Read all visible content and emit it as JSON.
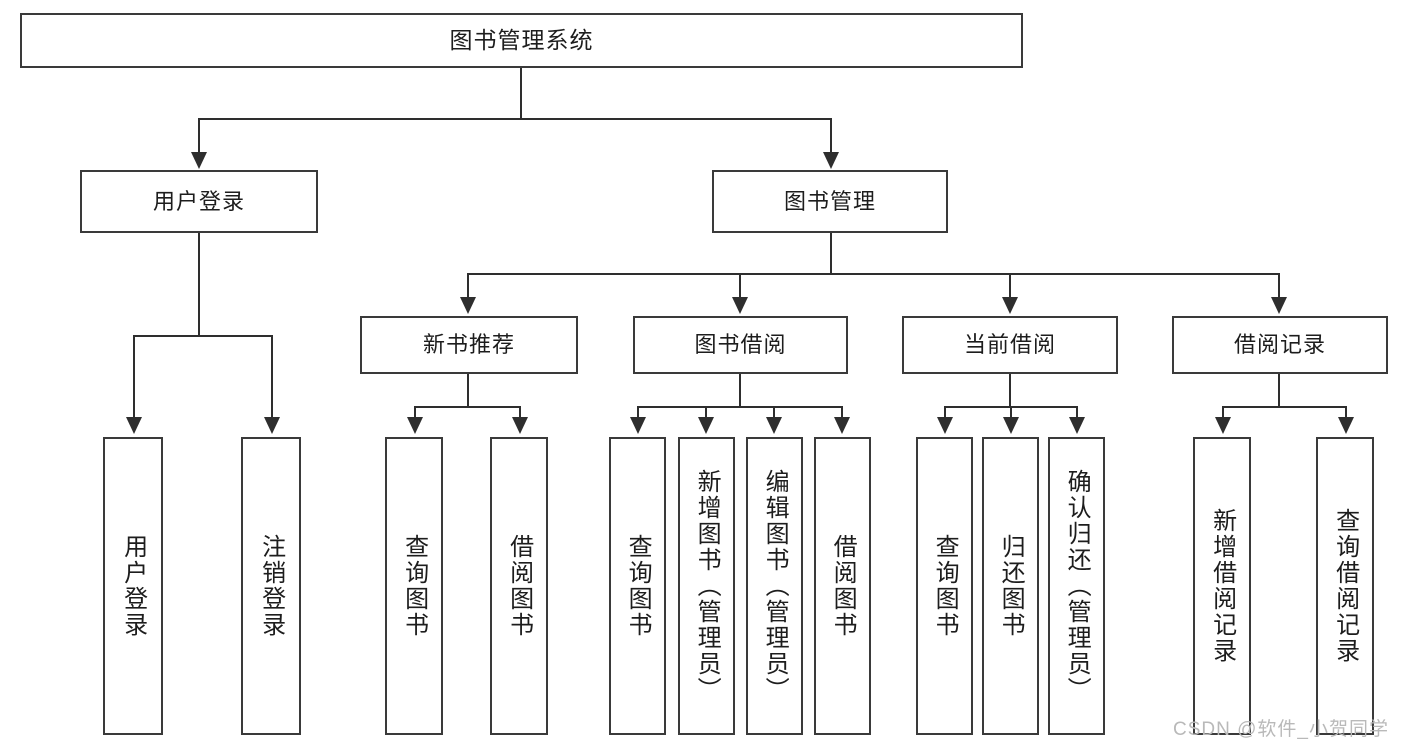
{
  "diagram": {
    "title": "图书管理系统",
    "type": "tree",
    "root": {
      "label": "图书管理系统",
      "children": [
        {
          "label": "用户登录",
          "children": [
            {
              "label": "用户登录"
            },
            {
              "label": "注销登录"
            }
          ]
        },
        {
          "label": "图书管理",
          "children": [
            {
              "label": "新书推荐",
              "children": [
                {
                  "label": "查询图书"
                },
                {
                  "label": "借阅图书"
                }
              ]
            },
            {
              "label": "图书借阅",
              "children": [
                {
                  "label": "查询图书"
                },
                {
                  "label": "新增图书（管理员）"
                },
                {
                  "label": "编辑图书（管理员）"
                },
                {
                  "label": "借阅图书"
                }
              ]
            },
            {
              "label": "当前借阅",
              "children": [
                {
                  "label": "查询图书"
                },
                {
                  "label": "归还图书"
                },
                {
                  "label": "确认归还（管理员）"
                }
              ]
            },
            {
              "label": "借阅记录",
              "children": [
                {
                  "label": "新增借阅记录"
                },
                {
                  "label": "查询借阅记录"
                }
              ]
            }
          ]
        }
      ]
    }
  },
  "nodes": {
    "root": "图书管理系统",
    "user_login": "用户登录",
    "book_manage": "图书管理",
    "leaf_user_login": "用户登录",
    "leaf_user_logout": "注销登录",
    "new_book_recommend": "新书推荐",
    "nbr_query_book": "查询图书",
    "nbr_borrow_book": "借阅图书",
    "book_borrow": "图书借阅",
    "bb_query_book": "查询图书",
    "bb_add_book": "新增图书（管理员）",
    "bb_edit_book": "编辑图书（管理员）",
    "bb_borrow_book": "借阅图书",
    "current_borrow": "当前借阅",
    "cb_query_book": "查询图书",
    "cb_return_book": "归还图书",
    "cb_confirm_return": "确认归还（管理员）",
    "borrow_record": "借阅记录",
    "br_add_record": "新增借阅记录",
    "br_query_record": "查询借阅记录"
  },
  "watermark": {
    "text": "CSDN @软件_小贺同学"
  },
  "colors": {
    "border": "#3a3a3a",
    "connector": "#2e2e2e",
    "background": "#ffffff",
    "text": "#1d1d1d",
    "watermark": "#b9b9b9"
  }
}
